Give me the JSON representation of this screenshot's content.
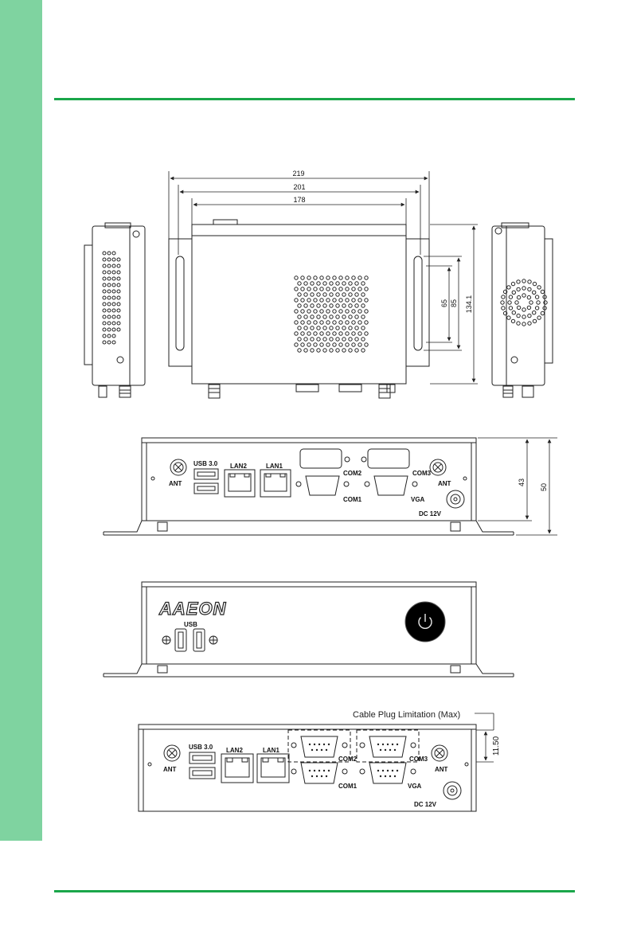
{
  "colors": {
    "sidebar": "#7fd3a0",
    "rule": "#1aa64a",
    "line": "#222222"
  },
  "dimensions": {
    "width_219": "219",
    "width_201": "201",
    "width_178": "178",
    "h_65": "65",
    "h_85": "85",
    "h_134": "134.1",
    "h_43": "43",
    "h_50": "50",
    "h_1150": "11.50"
  },
  "rear_labels": {
    "usb": "USB 3.0",
    "lan2": "LAN2",
    "lan1": "LAN1",
    "com2": "COM2",
    "com3": "COM3",
    "com1": "COM1",
    "vga": "VGA",
    "ant_left": "ANT",
    "ant_right": "ANT",
    "dc": "DC 12V"
  },
  "front_labels": {
    "brand": "AAEON",
    "usb": "USB"
  },
  "cable_note": "Cable Plug Limitation (Max)"
}
